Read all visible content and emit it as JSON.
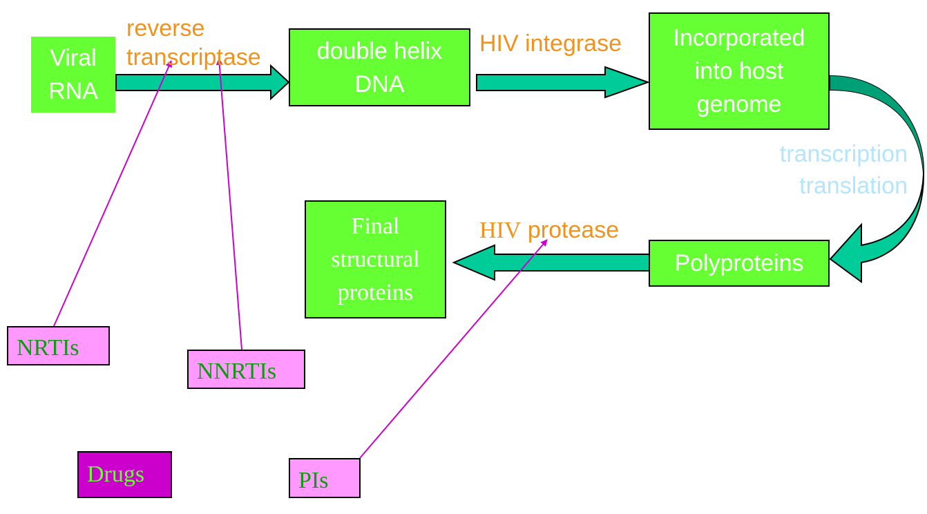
{
  "nodes": {
    "viral_rna": "Viral\nRNA",
    "double_helix": "double helix\nDNA",
    "incorporated": "Incorporated\ninto host\ngenome",
    "polyproteins": "Polyproteins",
    "final": "Final\nstructural\nproteins"
  },
  "enzymes": {
    "reverse_transcriptase": "reverse\ntranscriptase",
    "integrase": "HIV integrase",
    "transcription": "transcription\ntranslation",
    "protease_hiv": "HIV",
    "protease_word": "protease"
  },
  "drugs": {
    "nrtis": "NRTIs",
    "nnrtis": "NNRTIs",
    "pis": "PIs",
    "legend": "Drugs"
  },
  "colors": {
    "box": "#66ff33",
    "arrow": "#00cc99",
    "enzyme": "#f0931e",
    "drug": "#ff99ff",
    "pointer": "#cc00cc"
  }
}
